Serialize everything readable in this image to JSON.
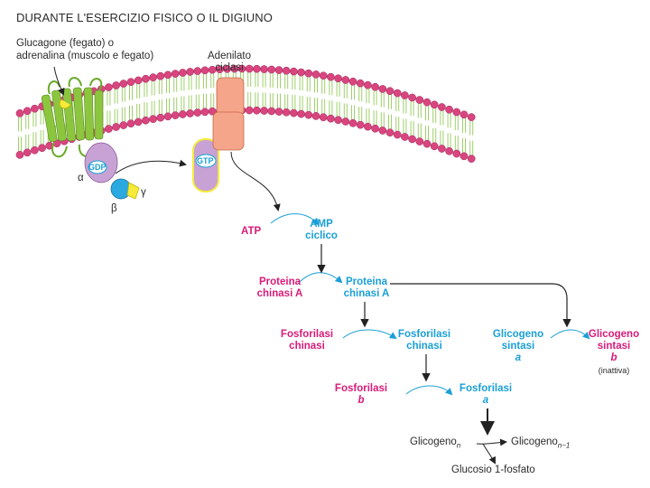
{
  "title": "DURANTE L'ESERCIZIO FISICO O IL DIGIUNO",
  "membrane": {
    "hormone_line1": "Glucagone (fegato) o",
    "hormone_line2": "adrenalina (muscolo e fegato)",
    "cyclase_line1": "Adenilato",
    "cyclase_line2": "ciclasi",
    "gdp": "GDP",
    "gtp": "GTP",
    "alpha": "α",
    "beta": "β",
    "gamma": "γ"
  },
  "cascade": {
    "atp": "ATP",
    "amp_line1": "AMP",
    "amp_line2": "ciclico",
    "pka_inactive_line1": "Proteina",
    "pka_inactive_line2": "chinasi A",
    "pka_active_line1": "Proteina",
    "pka_active_line2": "chinasi A",
    "phk_inactive_line1": "Fosforilasi",
    "phk_inactive_line2": "chinasi",
    "phk_active_line1": "Fosforilasi",
    "phk_active_line2": "chinasi",
    "gs_a_line1": "Glicogeno",
    "gs_a_line2": "sintasi",
    "gs_a_form": "a",
    "gs_b_line1": "Glicogeno",
    "gs_b_line2": "sintasi",
    "gs_b_form": "b",
    "gs_b_note": "(inattiva)",
    "phos_b_line1": "Fosforilasi",
    "phos_b_form": "b",
    "phos_a_line1": "Fosforilasi",
    "phos_a_form": "a",
    "glycogen_n": "Glicogeno",
    "glycogen_n_sub": "n",
    "glycogen_n1": "Glicogeno",
    "glycogen_n1_sub": "n−1",
    "glucose_1p": "Glucosio 1-fosfato"
  },
  "colors": {
    "magenta": "#d81b78",
    "cyan": "#1a9fd6",
    "lipid_head": "#d9457f",
    "lipid_tail": "#9fcf6a",
    "receptor": "#8cc63f",
    "g_protein": "#c8a2d4",
    "cyclase": "#f4a58a",
    "beta_subunit": "#29a9e0"
  }
}
